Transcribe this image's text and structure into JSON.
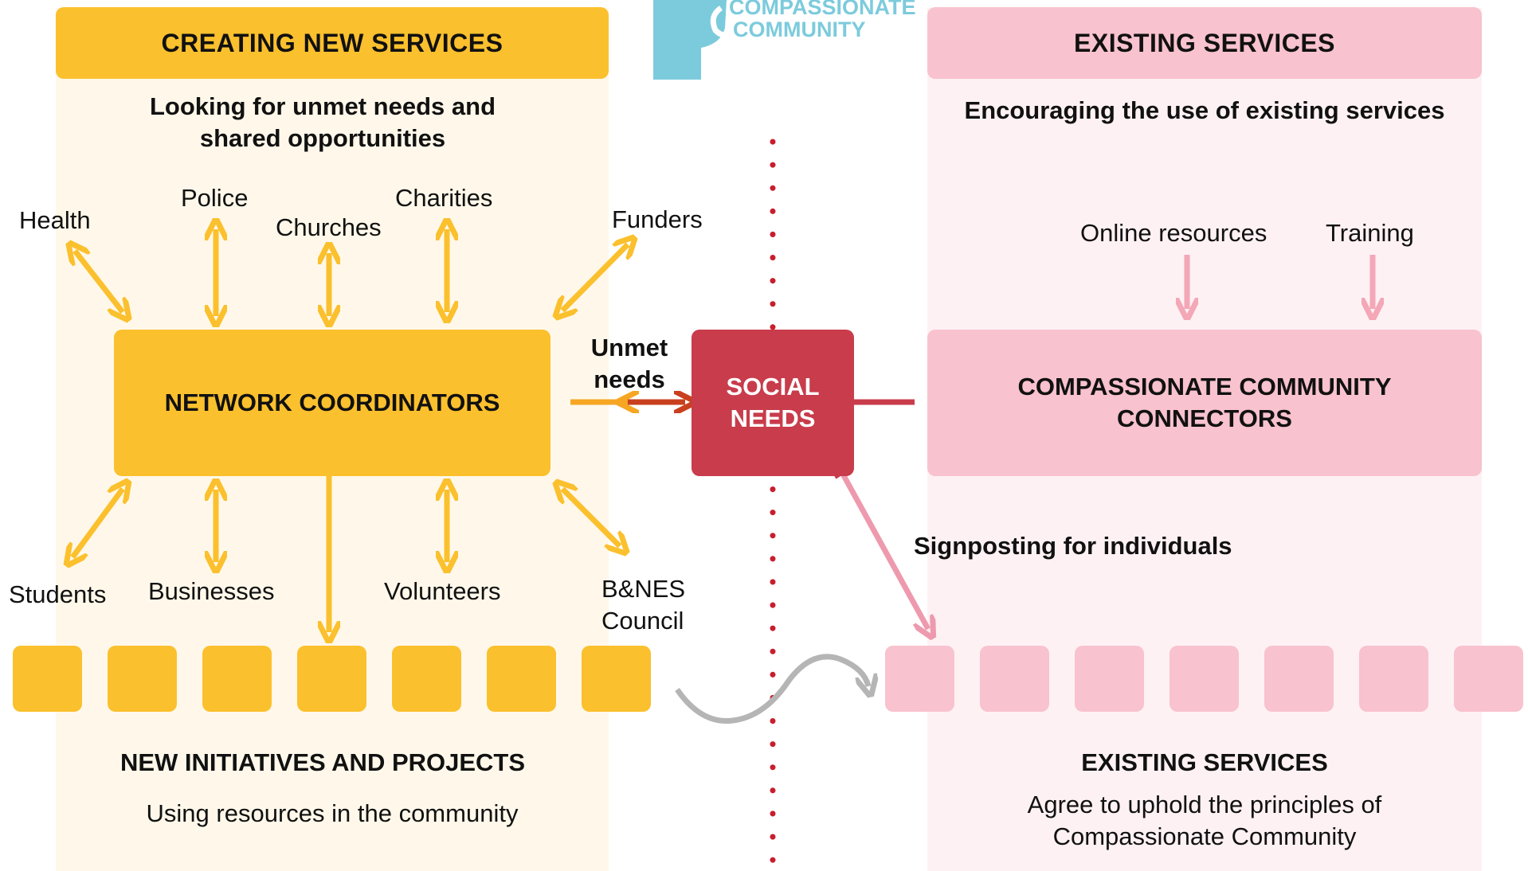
{
  "colors": {
    "yellow": "#FBC02D",
    "yellow_bg": "#FFF8EA",
    "pink": "#F8C2CE",
    "pink_bg": "#FEF1F4",
    "red": "#C83C4B",
    "teal": "#7CCBDC",
    "grey": "#B5B5B5"
  },
  "logo": {
    "line1": "COMPASSIONATE",
    "line2": "COMMUNITY"
  },
  "left": {
    "header": "CREATING NEW SERVICES",
    "subtitle_line1": "Looking for unmet needs and",
    "subtitle_line2": "shared opportunities",
    "top_labels": {
      "health": "Health",
      "police": "Police",
      "churches": "Churches",
      "charities": "Charities",
      "funders": "Funders"
    },
    "coordinators": "NETWORK COORDINATORS",
    "bottom_labels": {
      "students": "Students",
      "businesses": "Businesses",
      "volunteers": "Volunteers",
      "council_line1": "B&NES",
      "council_line2": "Council"
    },
    "footer_title": "NEW INITIATIVES AND PROJECTS",
    "footer_text": "Using resources in the community"
  },
  "center": {
    "unmet_line1": "Unmet",
    "unmet_line2": "needs",
    "social_line1": "SOCIAL",
    "social_line2": "NEEDS"
  },
  "right": {
    "header": "EXISTING SERVICES",
    "subtitle": "Encouraging the use of existing services",
    "online_resources": "Online resources",
    "training": "Training",
    "connectors_line1": "COMPASSIONATE COMMUNITY",
    "connectors_line2": "CONNECTORS",
    "signposting": "Signposting for individuals",
    "footer_title": "EXISTING SERVICES",
    "footer_line1": "Agree to uphold the principles of",
    "footer_line2": "Compassionate Community"
  }
}
